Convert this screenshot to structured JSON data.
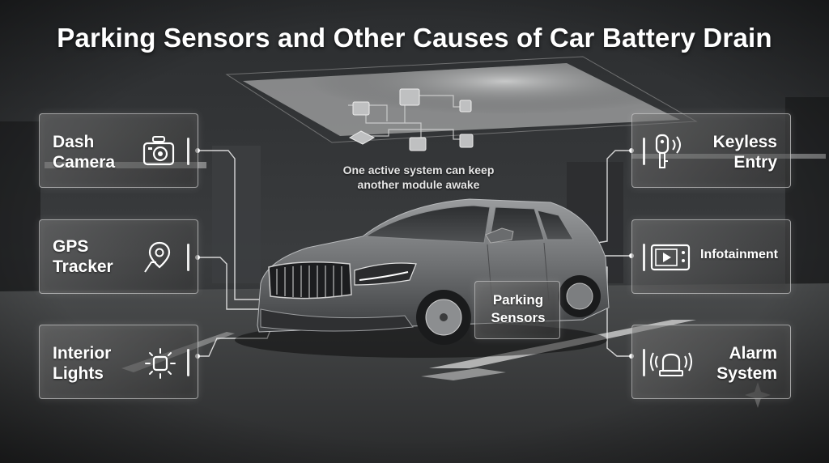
{
  "title": "Parking Sensors and Other Causes of Car Battery Drain",
  "caption": {
    "line1": "One active system can keep",
    "line2": "another module awake"
  },
  "nodes": {
    "dash_camera": {
      "line1": "Dash",
      "line2": "Camera",
      "icon": "camera-icon"
    },
    "gps_tracker": {
      "line1": "GPS",
      "line2": "Tracker",
      "icon": "map-pin-icon"
    },
    "interior_lights": {
      "line1": "Interior",
      "line2": "Lights",
      "icon": "light-icon"
    },
    "keyless_entry": {
      "line1": "Keyless",
      "line2": "Entry",
      "icon": "key-fob-icon"
    },
    "infotainment": {
      "line1": "Infotainment",
      "icon": "screen-play-icon"
    },
    "alarm_system": {
      "line1": "Alarm",
      "line2": "System",
      "icon": "siren-icon"
    },
    "parking_sensors": {
      "line1": "Parking",
      "line2": "Sensors"
    }
  },
  "colors": {
    "accent": "#ffffff",
    "background": "#202224"
  }
}
